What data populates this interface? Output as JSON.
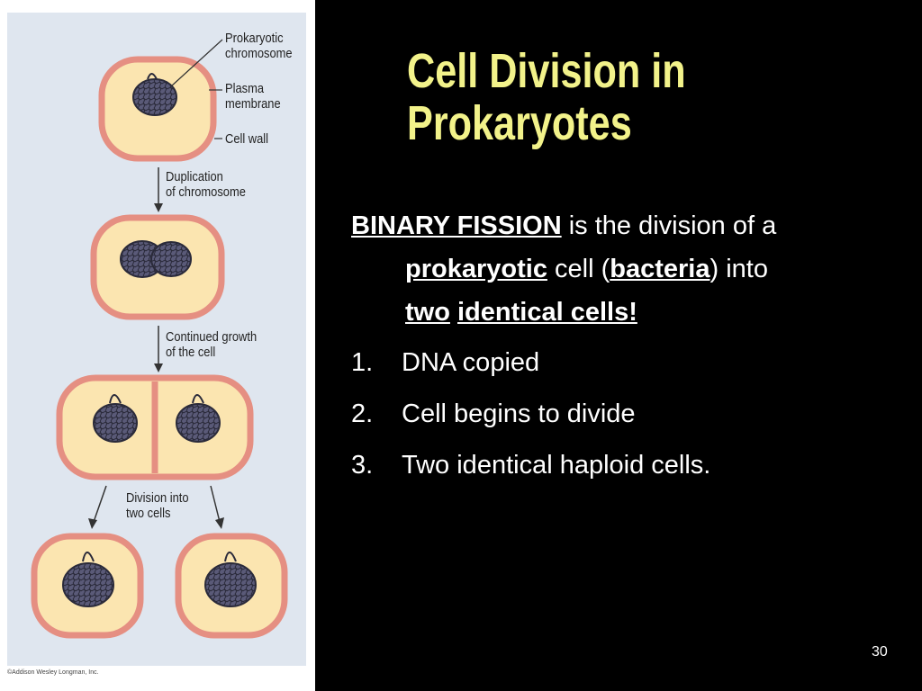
{
  "slide": {
    "title_line1": "Cell Division in",
    "title_line2": "Prokaryotes",
    "page_number": "30",
    "colors": {
      "background": "#000000",
      "title": "#f2f28a",
      "text": "#ffffff"
    }
  },
  "figure": {
    "labels": {
      "prokaryotic_chromosome": "Prokaryotic\nchromosome",
      "plasma_membrane": "Plasma\nmembrane",
      "cell_wall": "Cell wall",
      "duplication": "Duplication\nof chromosome",
      "continued_growth": "Continued growth\nof the cell",
      "division": "Division into\ntwo cells"
    },
    "copyright": "©Addison Wesley Longman, Inc.",
    "colors": {
      "cell_fill": "#fbe5b0",
      "cell_wall": "#e58f82",
      "panel": "#dfe6ef"
    }
  },
  "body": {
    "intro": {
      "term": "BINARY FISSION",
      "t1": " is the division of a ",
      "prokaryotic": "prokaryotic",
      "t2": " cell (",
      "bacteria": "bacteria",
      "t3": ") into ",
      "two": "two",
      "t4": " ",
      "identical": "identical cells!"
    },
    "steps": [
      {
        "num": "1.",
        "text": "DNA copied"
      },
      {
        "num": "2.",
        "text": "Cell begins to divide"
      },
      {
        "num": "3.",
        "text": "Two identical haploid cells."
      }
    ]
  }
}
